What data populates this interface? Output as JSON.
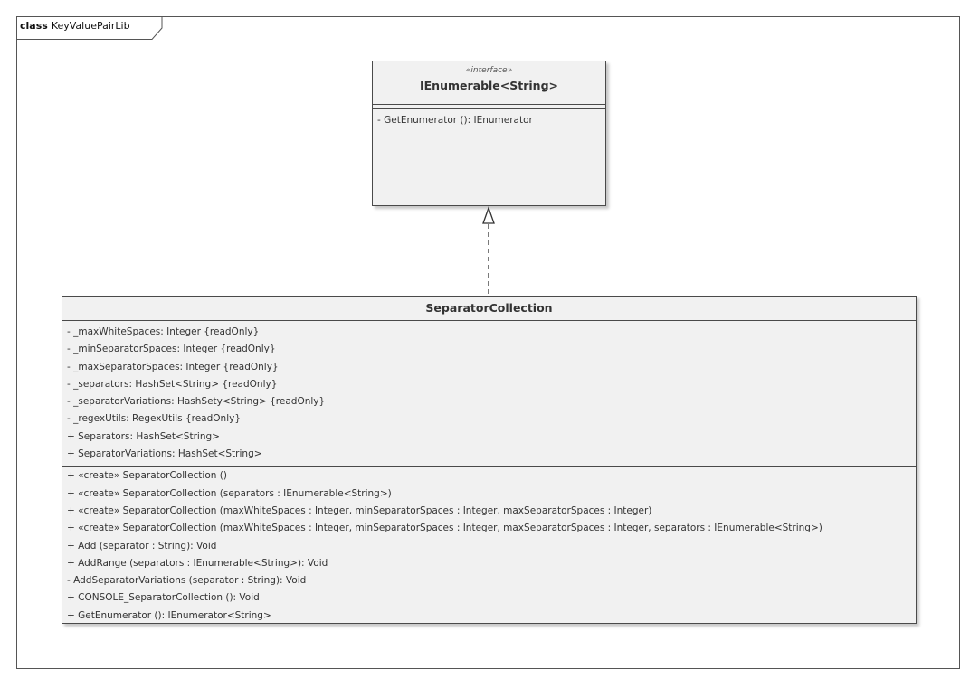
{
  "frame": {
    "keyword": "class",
    "title": "KeyValuePairLib"
  },
  "interface_class": {
    "stereotype": "«interface»",
    "name": "IEnumerable<String>",
    "methods": [
      "- GetEnumerator (): IEnumerator"
    ]
  },
  "separator_class": {
    "name": "SeparatorCollection",
    "attributes": [
      "- _maxWhiteSpaces: Integer {readOnly}",
      "- _minSeparatorSpaces: Integer {readOnly}",
      "- _maxSeparatorSpaces: Integer {readOnly}",
      "- _separators: HashSet<String> {readOnly}",
      "- _separatorVariations: HashSety<String> {readOnly}",
      "- _regexUtils: RegexUtils {readOnly}",
      "+ Separators: HashSet<String>",
      "+ SeparatorVariations: HashSet<String>"
    ],
    "methods": [
      "+ «create» SeparatorCollection ()",
      "+ «create» SeparatorCollection (separators : IEnumerable<String>)",
      "+ «create» SeparatorCollection (maxWhiteSpaces : Integer, minSeparatorSpaces : Integer, maxSeparatorSpaces : Integer)",
      "+ «create» SeparatorCollection (maxWhiteSpaces : Integer, minSeparatorSpaces : Integer, maxSeparatorSpaces : Integer, separators : IEnumerable<String>)",
      "+ Add (separator : String): Void",
      "+ AddRange (separators : IEnumerable<String>): Void",
      "- AddSeparatorVariations (separator : String): Void",
      "+ CONSOLE_SeparatorCollection (): Void",
      "+ GetEnumerator (): IEnumerator<String>"
    ]
  }
}
